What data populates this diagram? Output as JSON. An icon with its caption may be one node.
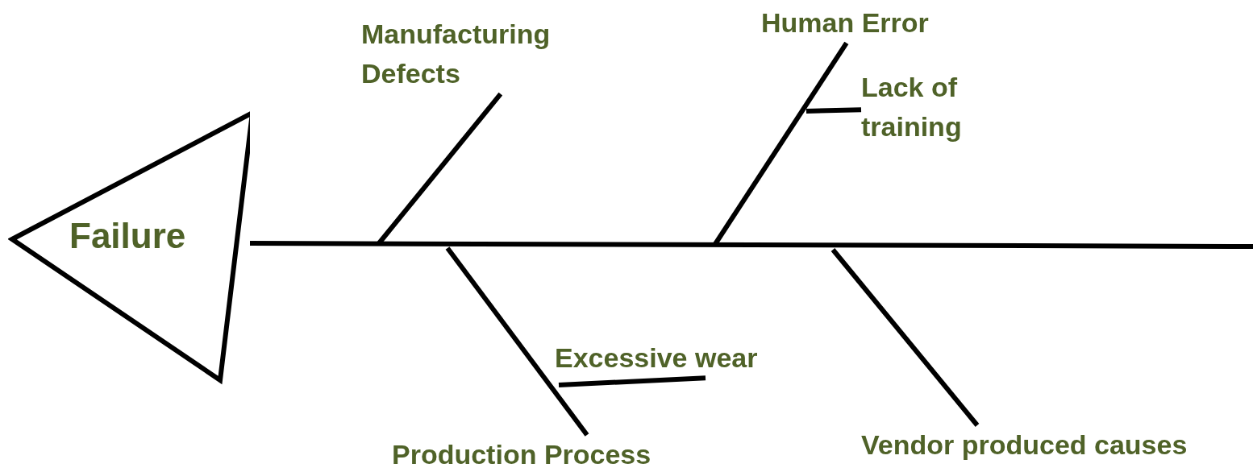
{
  "diagram": {
    "nodes": [
      {
        "text": [
          "Failure"
        ]
      },
      {
        "text": [
          "Manufacturing Defects"
        ]
      },
      {
        "text": [
          "Human Error"
        ]
      },
      {
        "text": [
          "Lack of training"
        ]
      },
      {
        "text": [
          "Production Process"
        ]
      },
      {
        "text": [
          "Excessive wear"
        ]
      },
      {
        "text": [
          "Vendor produced causes"
        ]
      }
    ],
    "edges": [
      {
        "from": null,
        "to": 0,
        "arrow": "none"
      },
      {
        "from": 1,
        "to": null,
        "arrow": "none"
      },
      {
        "from": 2,
        "to": null,
        "arrow": "none"
      },
      {
        "from": 3,
        "to": null,
        "arrow": "none"
      },
      {
        "from": 4,
        "to": null,
        "arrow": "none"
      },
      {
        "from": 5,
        "to": null,
        "arrow": "none"
      },
      {
        "from": 6,
        "to": null,
        "arrow": "none"
      }
    ]
  }
}
